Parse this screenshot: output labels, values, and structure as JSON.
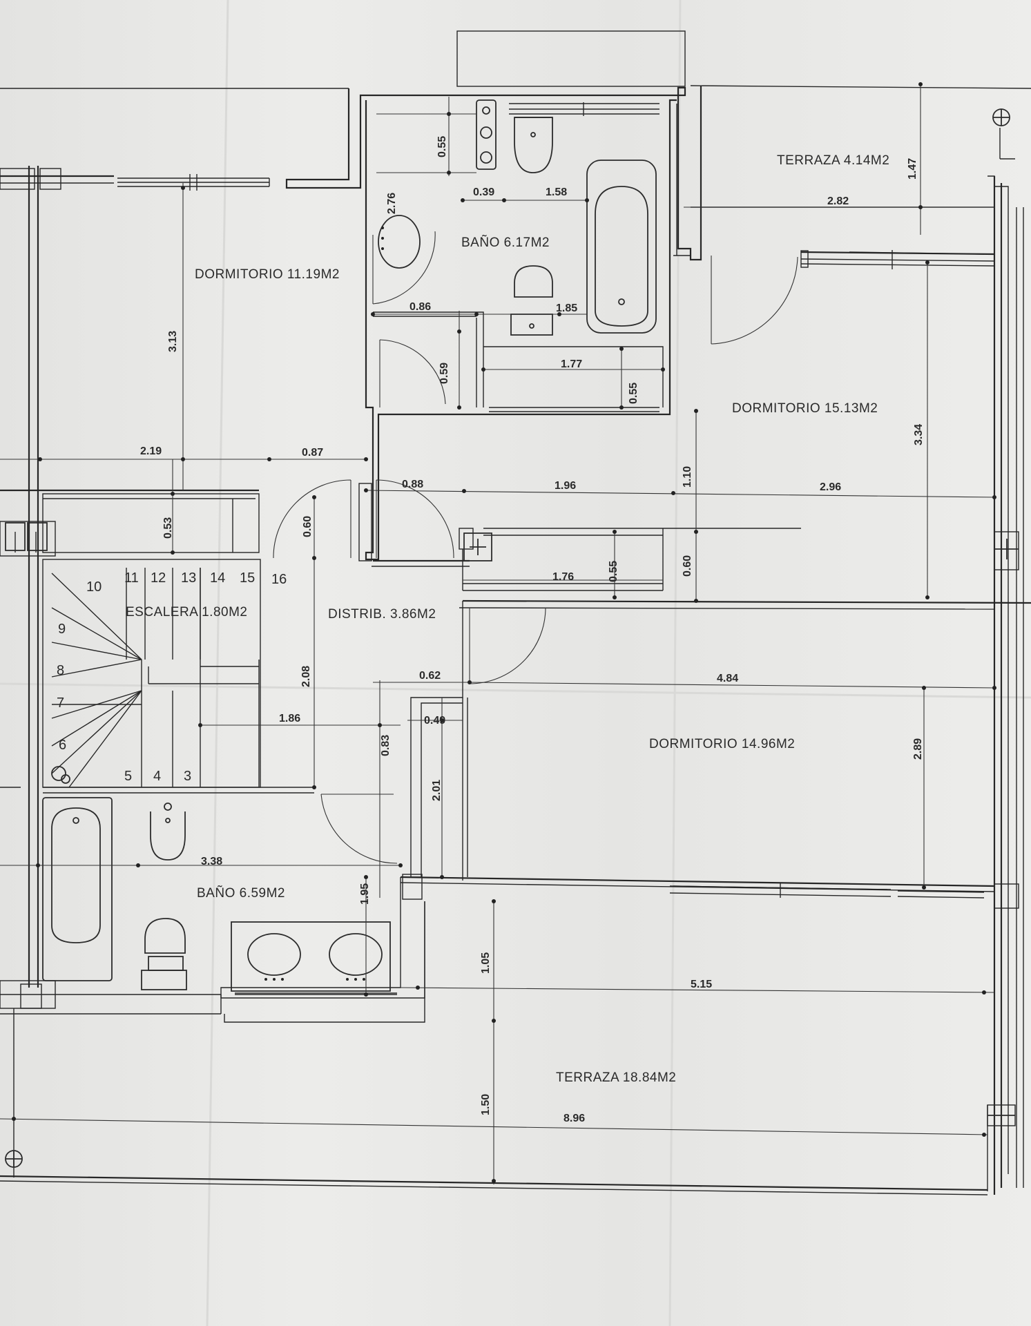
{
  "rooms": {
    "terraza_top": "TERRAZA 4.14M2",
    "bano_top": "BAÑO 6.17M2",
    "dormitorio_left": "DORMITORIO 11.19M2",
    "dormitorio_right": "DORMITORIO 15.13M2",
    "escalera": "ESCALERA 1.80M2",
    "distrib": "DISTRIB. 3.86M2",
    "dormitorio_mid": "DORMITORIO 14.96M2",
    "bano_bottom": "BAÑO 6.59M2",
    "terraza_bottom": "TERRAZA 18.84M2"
  },
  "dimensions": {
    "d055a": "0.55",
    "d276": "2.76",
    "d039": "0.39",
    "d158": "1.58",
    "d147": "1.47",
    "d282": "2.82",
    "d086": "0.86",
    "d185": "1.85",
    "d059": "0.59",
    "d177": "1.77",
    "d055b": "0.55",
    "d313": "3.13",
    "d334": "3.34",
    "d219": "2.19",
    "d087": "0.87",
    "d088": "0.88",
    "d196": "1.96",
    "d110": "1.10",
    "d296": "2.96",
    "d053": "0.53",
    "d060a": "0.60",
    "d176": "1.76",
    "d055c": "0.55",
    "d060b": "0.60",
    "d208": "2.08",
    "d062": "0.62",
    "d484": "4.84",
    "d186": "1.86",
    "d049": "0.49",
    "d083": "0.83",
    "d201": "2.01",
    "d289": "2.89",
    "d338": "3.38",
    "d195": "1.95",
    "d105": "1.05",
    "d515": "5.15",
    "d150": "1.50",
    "d896": "8.96"
  },
  "stairs": [
    "11",
    "12",
    "13",
    "14",
    "15",
    "16",
    "10",
    "9",
    "8",
    "7",
    "6",
    "5",
    "4",
    "3"
  ]
}
